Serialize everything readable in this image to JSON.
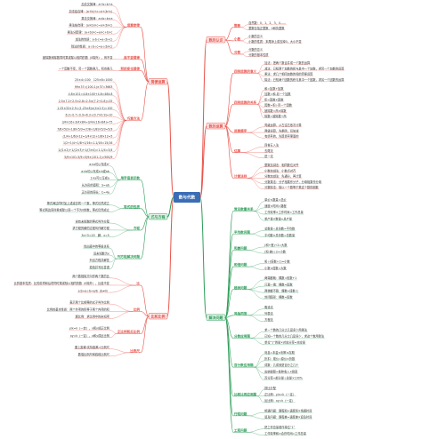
{
  "center_title": "数与代数",
  "center_color": "#3b6db5",
  "branches": [
    {
      "name": "数的认识",
      "color": "#e8534a",
      "sections": [
        {
          "label": "整数",
          "items": [
            "自然数：0、1、2、3、4……",
            "整数包括正整数、0和负整数"
          ]
        },
        {
          "label": "小数",
          "items": [
            "小数的意义",
            "小数的性质：末尾添上或去掉0，大小不变"
          ]
        },
        {
          "label": "分数",
          "items": [
            "分数的意义",
            "分数的基本性质"
          ]
        }
      ]
    },
    {
      "name": "数的运算",
      "color": "#e8534a",
      "sections": [
        {
          "label": "四则运算的意义",
          "items": [
            "加法：把两个数合并成一个数的运算",
            "减法：已知两个加数的和与其中一个加数，求另一个加数的运算",
            "乘法：求几个相同加数的和的简便运算",
            "除法：已知两个因数的积与其中一个因数，求另一个因数的运算"
          ]
        },
        {
          "label": "四则运算的关系",
          "items": [
            "和=加数+加数",
            "加数=和-另一个加数",
            "积=因数×因数",
            "因数=积÷另一个因数",
            "被除数=商×除数",
            "除数=被除数÷商"
          ]
        },
        {
          "label": "运算顺序",
          "items": [
            "同级运算，从左往右依次计算",
            "两级运算，先乘除，后加减",
            "有括号的，先算括号里面的"
          ]
        },
        {
          "label": "估算",
          "items": [
            "四舍五入法",
            "去尾法",
            "进一法"
          ]
        },
        {
          "label": "计算法则",
          "items": [
            "整数加减法：相同数位对齐",
            "小数加减法：小数点对齐",
            "分数加减法：先通分，再计算",
            "分数乘法：分子相乘作分子，分母相乘作分母",
            "分数除法：除以一个数等于乘这个数的倒数"
          ]
        }
      ]
    },
    {
      "name": "解决问题",
      "color": "#2f9e5a",
      "sections": [
        {
          "label": "常见数量关系",
          "items": [
            "单价×数量=总价",
            "速度×时间=路程",
            "工作效率×工作时间=工作总量",
            "单产量×数量=总产量"
          ]
        },
        {
          "label": "平均数问题",
          "items": [
            "总数量÷总份数=平均数",
            "平均数×总份数=总数量"
          ]
        },
        {
          "label": "和差问题",
          "items": [
            "(和+差)÷2=大数",
            "(和-差)÷2=小数"
          ]
        },
        {
          "label": "和倍问题",
          "items": [
            "和÷(倍数+1)=小数",
            "小数×倍数=大数"
          ]
        },
        {
          "label": "植树问题",
          "items": [
            "两端都栽：棵数=段数+1",
            "只栽一端：棵数=段数",
            "两端都不栽：棵数=段数-1",
            "封闭图形：棵数=段数"
          ]
        },
        {
          "label": "鸡兔同笼",
          "items": [
            "假设法",
            "列表法",
            "方程法"
          ]
        },
        {
          "label": "分数应用题",
          "items": [
            "求一个数的几分之几是多少用乘法",
            "已知一个数的几分之几是多少，求这个数用除法",
            "单位“1”的量×对应分率=对应量"
          ]
        },
        {
          "label": "百分数应用题",
          "items": [
            "利息=本金×利率×存期",
            "折扣：现价=原价×折数",
            "成数：几成就是百分之几十",
            "应纳税额=各种收入×税率",
            "百分率=部分量÷总量×100%"
          ]
        },
        {
          "label": "比和比例应用题",
          "items": [
            "按比分配",
            "正比例：y/x=k（一定）",
            "反比例：xy=k（一定）"
          ]
        },
        {
          "label": "行程问题",
          "items": [
            "相遇问题：路程和=速度和×相遇时间",
            "追及问题：路程差=速度差×追及时间"
          ]
        },
        {
          "label": "工程问题",
          "items": [
            "把工作总量看作单位“1”",
            "工作效率和×合作时间=工作总量"
          ]
        }
      ]
    },
    {
      "name": "简便运算",
      "color": "#e8534a",
      "sections": [
        {
          "label": "运算定律",
          "items": [
            "加法交换律：a+b=b+a",
            "加法结合律：(a+b)+c=a+(b+c)",
            "乘法交换律：a×b=b×a",
            "乘法结合律：(a×b)×c=a×(b×c)",
            "乘法分配律：(a+b)×c=a×c+b×c",
            "减法的性质：a-b-c=a-(b+c)",
            "除法的性质：a÷b÷c=a÷(b×c)"
          ]
        },
        {
          "label": "商不变规律",
          "items": [
            "被除数和除数同时乘或除以相同的数（0除外），商不变"
          ]
        },
        {
          "label": "积的变化规律",
          "items": [
            "一个因数不变，另一个因数乘几，积也乘几"
          ]
        },
        {
          "label": "巧算方法",
          "items": [
            "25×4=100　125×8=1000",
            "99×37=(100-1)×37=3663",
            "4.8×101=4.8×100+4.8=484.8",
            "2.5×7.2+2.5×2.8=2.5×(7.2+2.8)=25",
            "1.25×32×2.5=(1.25×8)×(4×2.5)=100",
            "6.3÷0.7÷0.9=6.3÷(0.7×0.9)=10",
            "3/4×16+3/4×84=3/4×(16+84)=75",
            "7/8×5/3+1/8×5/3=(7/8+1/8)×5/3=5/3",
            "(1/4+1/6)×12=1/4×12+1/6×12=5",
            "1/2+1/4+1/8+1/16=1-1/16=15/16",
            "1/(1×2)+1/(2×3)+1/(3×4)=1-1/4=3/4",
            "5/9×101-5/9=5/9×(101-1)=500/9"
          ]
        }
      ]
    },
    {
      "name": "式与方程",
      "color": "#2f9e5a",
      "sections": [
        {
          "label": "用字母表示数",
          "items": [
            "a×a可以写成a²",
            "a×b可以写成a·b或ab",
            "1×a可以写成a",
            "长方形的面积：S=ab",
            "正方形的周长：C=4a"
          ]
        },
        {
          "label": "等式的性质",
          "items": [
            "等式两边同时加上或减去同一个数，等式仍然成立",
            "等式两边同时乘或除以同一个不为0的数，等式仍然成立"
          ]
        },
        {
          "label": "方程",
          "items": [
            "含有未知数的等式叫作方程",
            "求方程的解的过程叫作解方程",
            "3x+5=20　解：x=5"
          ]
        },
        {
          "label": "列方程解决问题",
          "items": [
            "找出题中的等量关系",
            "设未知数为x",
            "列出方程并解答",
            "检验并写出答语"
          ]
        }
      ]
    },
    {
      "name": "比和比例",
      "color": "#e8534a",
      "sections": [
        {
          "label": "比",
          "items": [
            "两个数相除又叫作两个数的比",
            "比的基本性质：比的前项和后项同时乘或除以相同的数（0除外），比值不变",
            "a:b=a÷b=a/b（b≠0）"
          ]
        },
        {
          "label": "比例",
          "items": [
            "表示两个比相等的式子叫作比例",
            "比例的基本性质：两个外项的积等于两个内项的积",
            "解比例：求比例中的未知项"
          ]
        },
        {
          "label": "正比例和反比例",
          "items": [
            "y/x=k（一定），x和y成正比例",
            "xy=k（一定），x和y成反比例"
          ]
        },
        {
          "label": "比例尺",
          "items": [
            "图上距离:实际距离=比例尺",
            "数值比例尺和线段比例尺"
          ]
        }
      ]
    }
  ]
}
